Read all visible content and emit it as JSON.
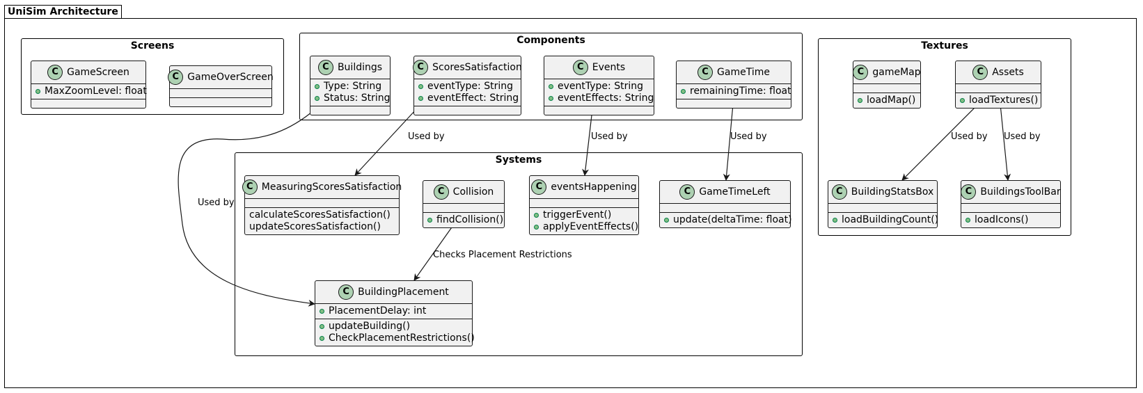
{
  "package": {
    "title": "UniSim Architecture"
  },
  "frames": {
    "screens": "Screens",
    "components": "Components",
    "textures": "Textures",
    "systems": "Systems"
  },
  "classes": {
    "game_screen": {
      "name": "GameScreen",
      "attributes": [
        "MaxZoomLevel: float"
      ],
      "methods": []
    },
    "game_over_screen": {
      "name": "GameOverScreen",
      "attributes": [],
      "methods": []
    },
    "buildings": {
      "name": "Buildings",
      "attributes": [
        "Type: String",
        "Status: String"
      ],
      "methods": []
    },
    "scores_satisfaction": {
      "name": "ScoresSatisfaction",
      "attributes": [
        "eventType: String",
        "eventEffect: String"
      ],
      "methods": []
    },
    "events": {
      "name": "Events",
      "attributes": [
        "eventType: String",
        "eventEffects: String"
      ],
      "methods": []
    },
    "game_time": {
      "name": "GameTime",
      "attributes": [
        "remainingTime: float"
      ],
      "methods": []
    },
    "game_map": {
      "name": "gameMap",
      "attributes": [],
      "methods": [
        "loadMap()"
      ]
    },
    "assets": {
      "name": "Assets",
      "attributes": [],
      "methods": [
        "loadTextures()"
      ]
    },
    "measuring_scores": {
      "name": "MeasuringScoresSatisfaction",
      "attributes": [],
      "methods": [
        "calculateScoresSatisfaction()",
        "updateScoresSatisfaction()"
      ]
    },
    "collision": {
      "name": "Collision",
      "attributes": [],
      "methods": [
        "findCollision()"
      ]
    },
    "events_happening": {
      "name": "eventsHappening",
      "attributes": [],
      "methods": [
        "triggerEvent()",
        "applyEventEffects()"
      ]
    },
    "game_time_left": {
      "name": "GameTimeLeft",
      "attributes": [],
      "methods": [
        "update(deltaTime: float)"
      ]
    },
    "building_placement": {
      "name": "BuildingPlacement",
      "attributes": [
        "PlacementDelay: int"
      ],
      "methods": [
        "updateBuilding()",
        "CheckPlacementRestrictions()"
      ]
    },
    "building_stats_box": {
      "name": "BuildingStatsBox",
      "attributes": [],
      "methods": [
        "loadBuildingCount()"
      ]
    },
    "buildings_tool_bar": {
      "name": "BuildingsToolBar",
      "attributes": [],
      "methods": [
        "loadIcons()"
      ]
    }
  },
  "relations": [
    {
      "from": "Buildings",
      "to": "BuildingPlacement",
      "label": "Used by"
    },
    {
      "from": "ScoresSatisfaction",
      "to": "MeasuringScoresSatisfaction",
      "label": "Used by"
    },
    {
      "from": "Events",
      "to": "eventsHappening",
      "label": "Used by"
    },
    {
      "from": "GameTime",
      "to": "GameTimeLeft",
      "label": "Used by"
    },
    {
      "from": "Collision",
      "to": "BuildingPlacement",
      "label": "Checks Placement Restrictions"
    },
    {
      "from": "Assets",
      "to": "BuildingStatsBox",
      "label": "Used by"
    },
    {
      "from": "Assets",
      "to": "BuildingsToolBar",
      "label": "Used by"
    }
  ],
  "class_marker": "C",
  "colors": {
    "class_fill": "#f1f1f1",
    "marker_fill": "#add1b2",
    "visibility_fill": "#84be84"
  }
}
